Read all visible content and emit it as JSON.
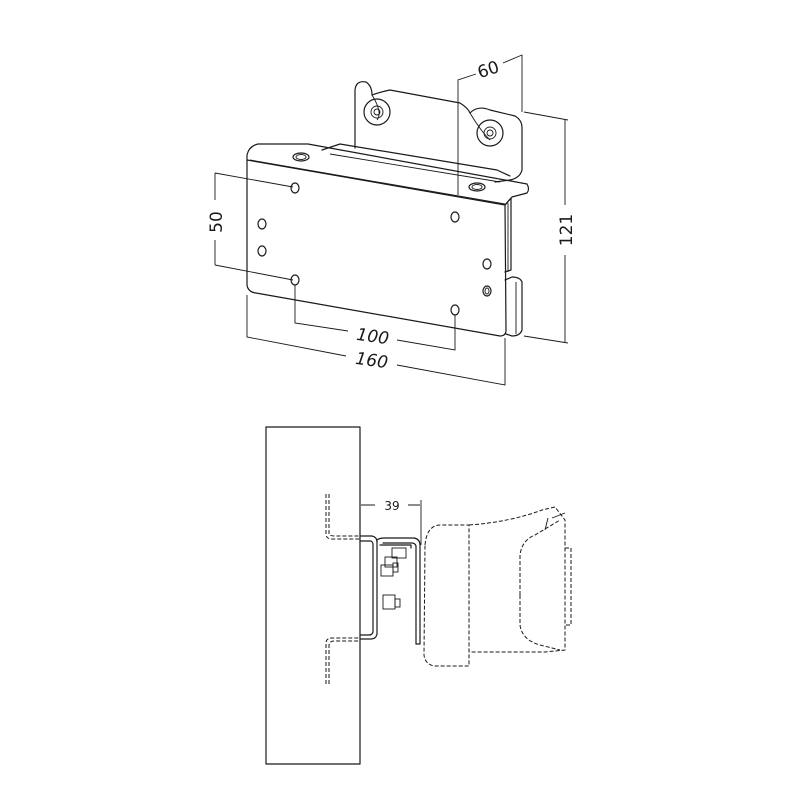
{
  "drawing": {
    "top_view": {
      "dimensions": {
        "width_total": "160",
        "hole_spacing_horizontal": "100",
        "hole_spacing_vertical": "50",
        "height_total": "121",
        "back_bracket_width": "60"
      }
    },
    "side_view": {
      "dimensions": {
        "offset_from_wall": "39"
      }
    }
  }
}
